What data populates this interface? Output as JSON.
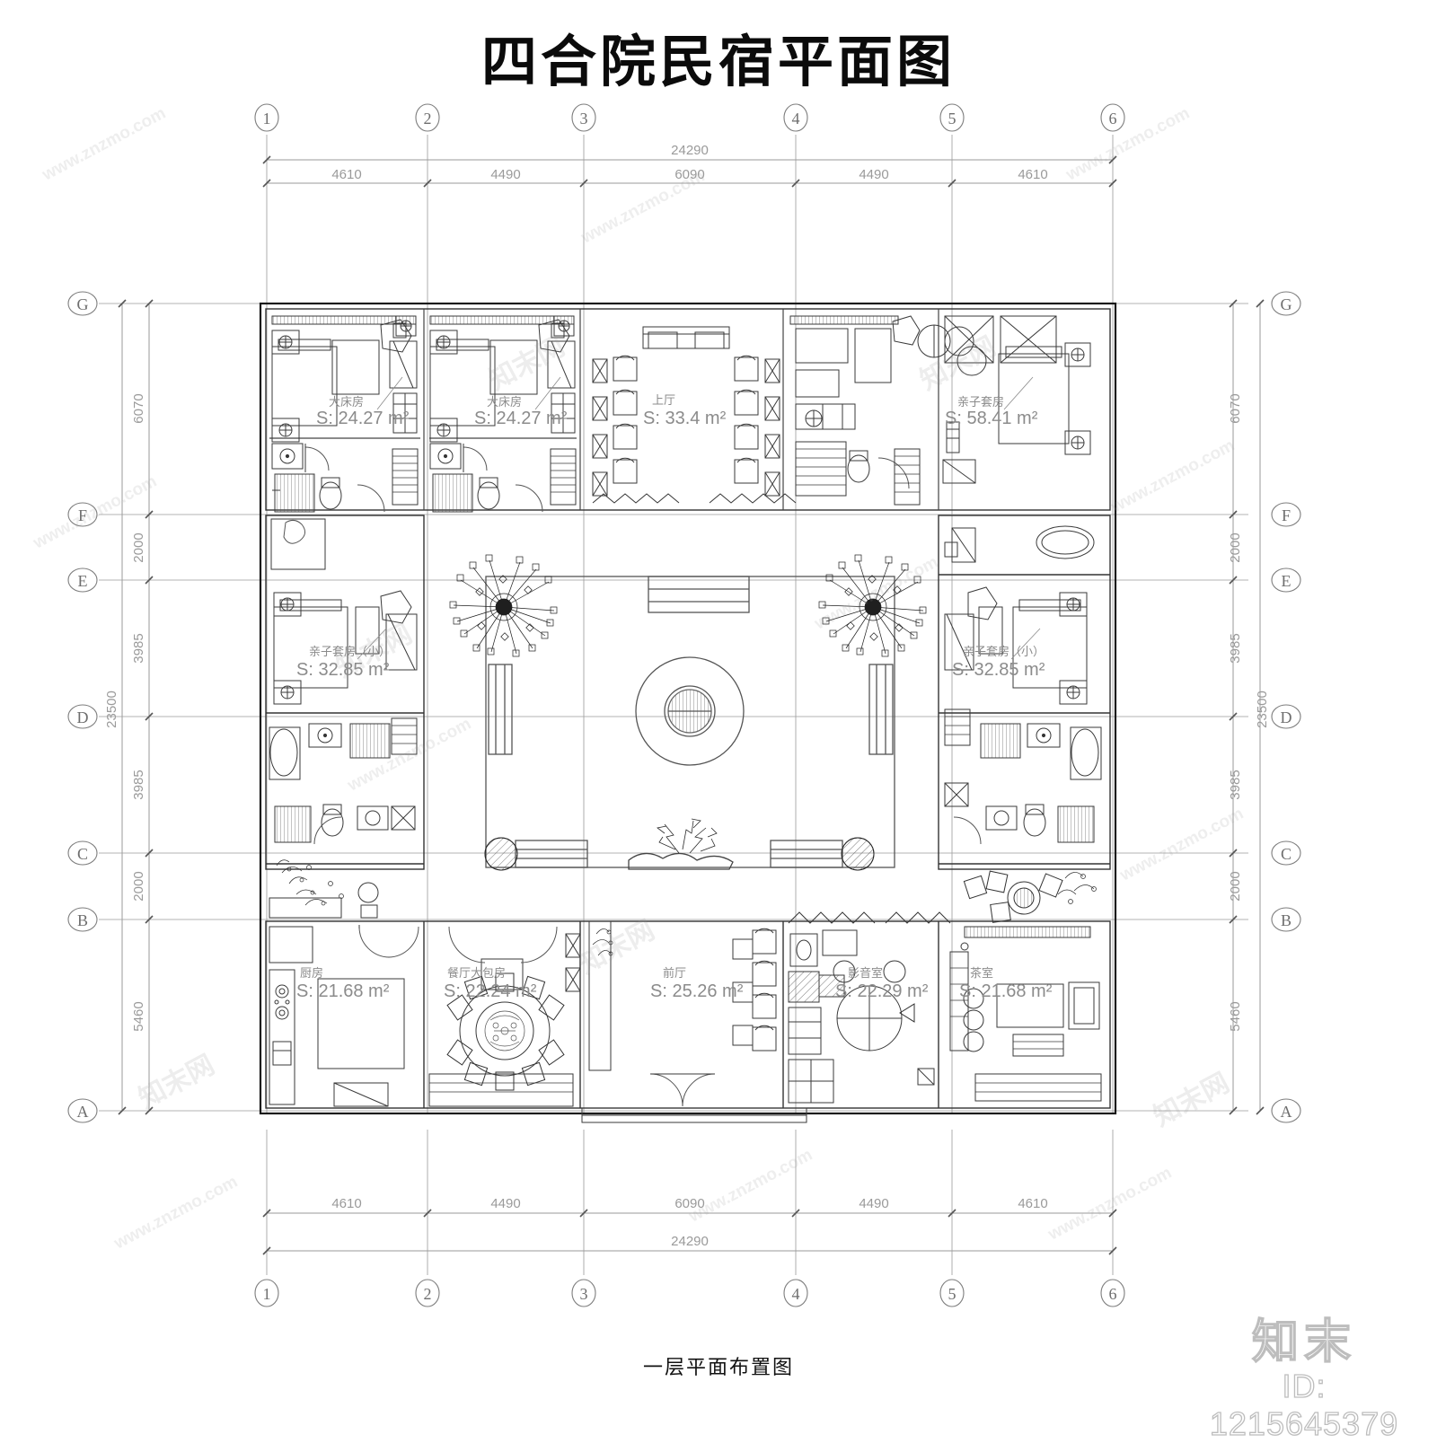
{
  "sheet": {
    "title": "四合院民宿平面图",
    "caption": "一层平面布置图",
    "logo_mark": "知末",
    "logo_id": "ID: 1215645379",
    "watermark_text": "www.znzmo.com",
    "watermark_cn": "知末网"
  },
  "grid": {
    "columns": {
      "labels": [
        "1",
        "2",
        "3",
        "4",
        "5",
        "6"
      ],
      "spans": [
        "4610",
        "4490",
        "6090",
        "4490",
        "4610"
      ],
      "total": "24290"
    },
    "rows": {
      "labels": [
        "G",
        "F",
        "E",
        "D",
        "C",
        "B",
        "A"
      ],
      "spans": [
        "6070",
        "2000",
        "3985",
        "3985",
        "2000",
        "5460"
      ],
      "total": "23500"
    }
  },
  "rooms": [
    {
      "id": "bed-1",
      "name": "大床房",
      "area": "S: 24.27 m²"
    },
    {
      "id": "bed-2",
      "name": "大床房",
      "area": "S: 24.27 m²"
    },
    {
      "id": "hall-n",
      "name": "上厅",
      "area": "S: 33.4 m²"
    },
    {
      "id": "suite-ne",
      "name": "亲子套房",
      "area": "S: 58.41 m²"
    },
    {
      "id": "suite-w",
      "name": "亲子套房（小）",
      "area": "S: 32.85 m²"
    },
    {
      "id": "suite-e",
      "name": "亲子套房（小）",
      "area": "S: 32.85 m²"
    },
    {
      "id": "kitchen",
      "name": "厨房",
      "area": "S: 21.68 m²"
    },
    {
      "id": "dining",
      "name": "餐厅大包房",
      "area": "S: 22.24 m²"
    },
    {
      "id": "hall-s",
      "name": "前厅",
      "area": "S: 25.26 m²"
    },
    {
      "id": "av",
      "name": "影音室",
      "area": "S: 22.29 m²"
    },
    {
      "id": "tea",
      "name": "茶室",
      "area": "S: 21.68 m²"
    }
  ],
  "colors": {
    "ink": "#000000",
    "line": "#3a3a3a",
    "thin": "#8a8a8a",
    "label": "#8b8b8b",
    "dim": "#9a9a9a"
  }
}
